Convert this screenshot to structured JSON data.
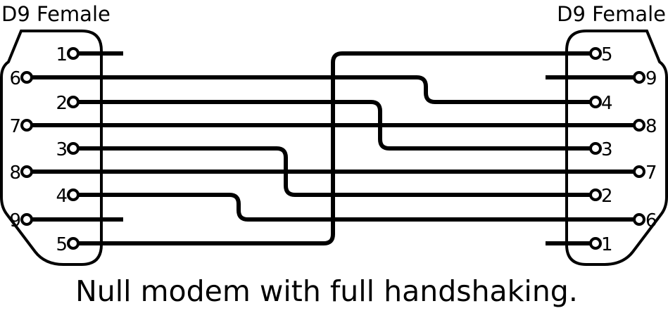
{
  "left_connector": {
    "title": "D9 Female",
    "pins": [
      "1",
      "2",
      "3",
      "4",
      "5",
      "6",
      "7",
      "8",
      "9"
    ]
  },
  "right_connector": {
    "title": "D9 Female",
    "pins": [
      "1",
      "2",
      "3",
      "4",
      "5",
      "6",
      "7",
      "8",
      "9"
    ]
  },
  "caption": "Null modem with full handshaking.",
  "wiring": [
    {
      "from": "3",
      "to": "2"
    },
    {
      "from": "2",
      "to": "3"
    },
    {
      "from": "6",
      "to": "4"
    },
    {
      "from": "4",
      "to": "6"
    },
    {
      "from": "7",
      "to": "8"
    },
    {
      "from": "8",
      "to": "7"
    },
    {
      "from": "1",
      "to": null
    },
    {
      "from": "9",
      "to": null
    },
    {
      "from": null,
      "to": "9"
    },
    {
      "from": null,
      "to": "1"
    },
    {
      "from": "5",
      "to": "5"
    }
  ],
  "colors": {
    "ink": "#000000",
    "background": "#ffffff"
  }
}
